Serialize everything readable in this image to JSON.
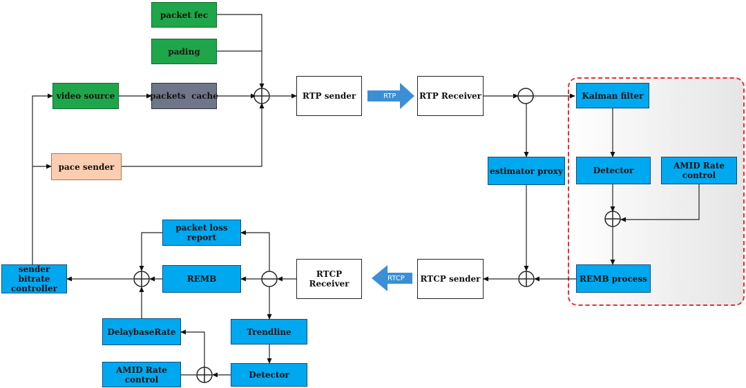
{
  "nodes": {
    "packet_fec": "packet fec",
    "pading": "pading",
    "video_source": "video source",
    "packets_cache": "packets  cache",
    "pace_sender": "pace sender",
    "rtp_sender": "RTP sender",
    "rtp_receiver": "RTP Receiver",
    "kalman_filter": "Kalman filter",
    "detector_top": "Detector",
    "amid_rate_control_top": "AMID Rate control",
    "estimator_proxy": "estimator proxy",
    "remb_process": "REMB process",
    "rtcp_sender": "RTCP sender",
    "rtcp_receiver": "RTCP Receiver",
    "packet_loss_report": "packet loss report",
    "remb": "REMB",
    "sender_bitrate_controller": "sender bitrate controller",
    "delaybase_rate": "DelaybaseRate",
    "trendline": "Trendline",
    "detector_bottom": "Detector",
    "amid_rate_control_bottom": "AMID Rate control"
  },
  "arrows": {
    "rtp": "RTP",
    "rtcp": "RTCP"
  },
  "colors": {
    "green": "#1fa64a",
    "gray": "#6f7689",
    "peach": "#fbcdb1",
    "blue": "#00a8ef",
    "flow_arrow": "#3a8fd6",
    "region_border": "#ee2a2a"
  }
}
